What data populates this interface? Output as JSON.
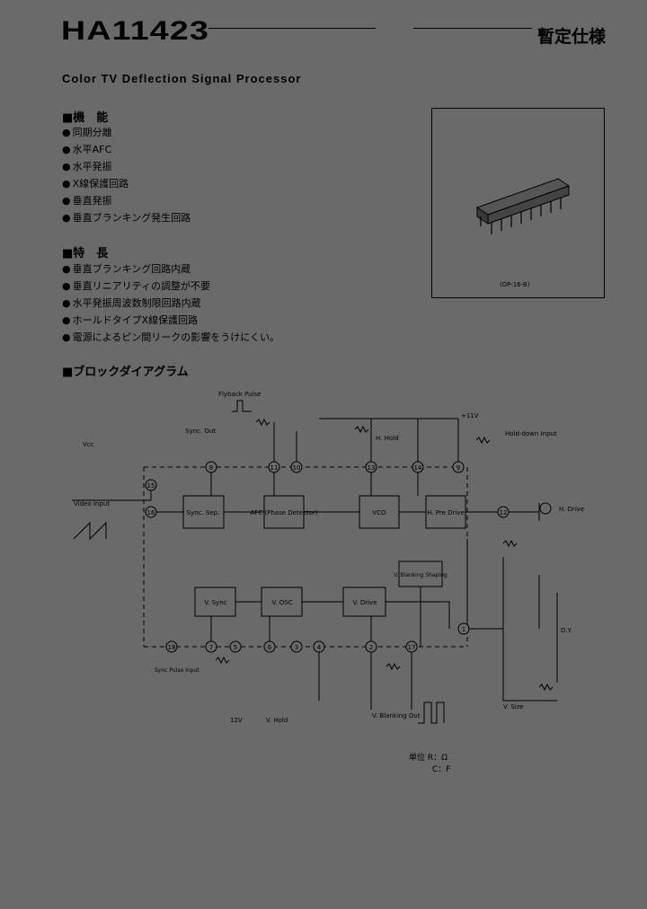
{
  "header": {
    "part_number": "HA11423",
    "status": "暫定仕様"
  },
  "subtitle": "Color TV Deflection Signal Processor",
  "features": {
    "heading": "■機　能",
    "items": [
      "同期分離",
      "水平AFC",
      "水平発振",
      "X線保護回路",
      "垂直発振",
      "垂直ブランキング発生回路"
    ]
  },
  "characteristics": {
    "heading": "■特　長",
    "items": [
      "垂直ブランキング回路内蔵",
      "垂直リニアリティの調整が不要",
      "水平発振周波数制限回路内蔵",
      "ホールドタイプX線保護回路",
      "電源によるピン間リークの影響をうけにくい。"
    ]
  },
  "package": {
    "caption": "(DP-16-B)"
  },
  "block_diagram": {
    "heading": "■ブロックダイアグラム",
    "blocks": {
      "sync_sep": "Sync. Sep.",
      "afc": "AFC (Phase Detector)",
      "vco": "VCO",
      "h_pre_drive": "H. Pre Drive",
      "v_sync": "V. Sync",
      "v_osc": "V. OSC",
      "v_drive": "V. Drive",
      "v_blanking_shaping": "V. Blanking Shaping"
    },
    "labels": {
      "flyback_pulse": "Flyback Pulse",
      "sync_out": "Sync. Out",
      "video_input": "Video Input",
      "vcc": "Vcc",
      "supply": "+11V",
      "h_hold": "H. Hold",
      "hold_down_input": "Hold-down Input",
      "h_drive": "H. Drive",
      "v_blanking_out": "V. Blanking Out",
      "v_size": "V. Size",
      "dy": "D.Y.",
      "v_hold": "V. Hold",
      "sync_pulse_input": "Sync Pulse Input",
      "v12": "12V"
    },
    "pins": [
      "8",
      "11",
      "10",
      "13",
      "14",
      "9",
      "15",
      "16",
      "12",
      "18",
      "7",
      "5",
      "6",
      "3",
      "4",
      "2",
      "17",
      "1"
    ]
  },
  "units": {
    "resistance": "単位 R：Ω",
    "capacitance": "C：F"
  }
}
